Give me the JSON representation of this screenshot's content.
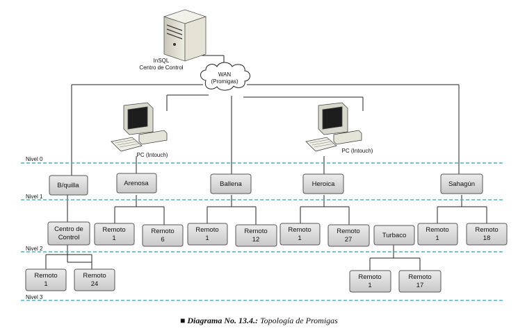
{
  "server": {
    "name": "InSQL",
    "subtitle": "Centro de Control",
    "icon": "server-icon"
  },
  "wan": {
    "name": "WAN",
    "subtitle": "(Promigas)",
    "icon": "cloud-icon"
  },
  "pcs": [
    {
      "label": "PC (Intouch)",
      "icon": "pc-workstation-icon"
    },
    {
      "label": "PC (Intouch)",
      "icon": "pc-workstation-icon"
    }
  ],
  "levels": [
    "Nivel 0",
    "Nivel 1",
    "Nivel 2",
    "Nivel 3"
  ],
  "level1_nodes": [
    "B/quilla",
    "Arenosa",
    "Ballena",
    "Heroica",
    "Sahagún"
  ],
  "level2_nodes": [
    [
      "Centro de",
      "Control"
    ],
    [
      "Remoto",
      "1"
    ],
    [
      "Remoto",
      "6"
    ],
    [
      "Remoto",
      "1"
    ],
    [
      "Remoto",
      "12"
    ],
    [
      "Remoto",
      "1"
    ],
    [
      "Remoto",
      "27"
    ],
    [
      "Turbaco"
    ],
    [
      "Remoto",
      "1"
    ],
    [
      "Remoto",
      "18"
    ]
  ],
  "level3_nodes": [
    [
      "Remoto",
      "1"
    ],
    [
      "Remoto",
      "24"
    ],
    [
      "Remoto",
      "1"
    ],
    [
      "Remoto",
      "17"
    ]
  ],
  "caption": {
    "bullet": "■",
    "title": "Diagrama No. 13.4.:",
    "text": "Topología de Promigas"
  },
  "colors": {
    "node_fill": "#d9d9d9",
    "node_stroke": "#555555",
    "level_line": "#4bb3c4",
    "connector": "#222222"
  }
}
